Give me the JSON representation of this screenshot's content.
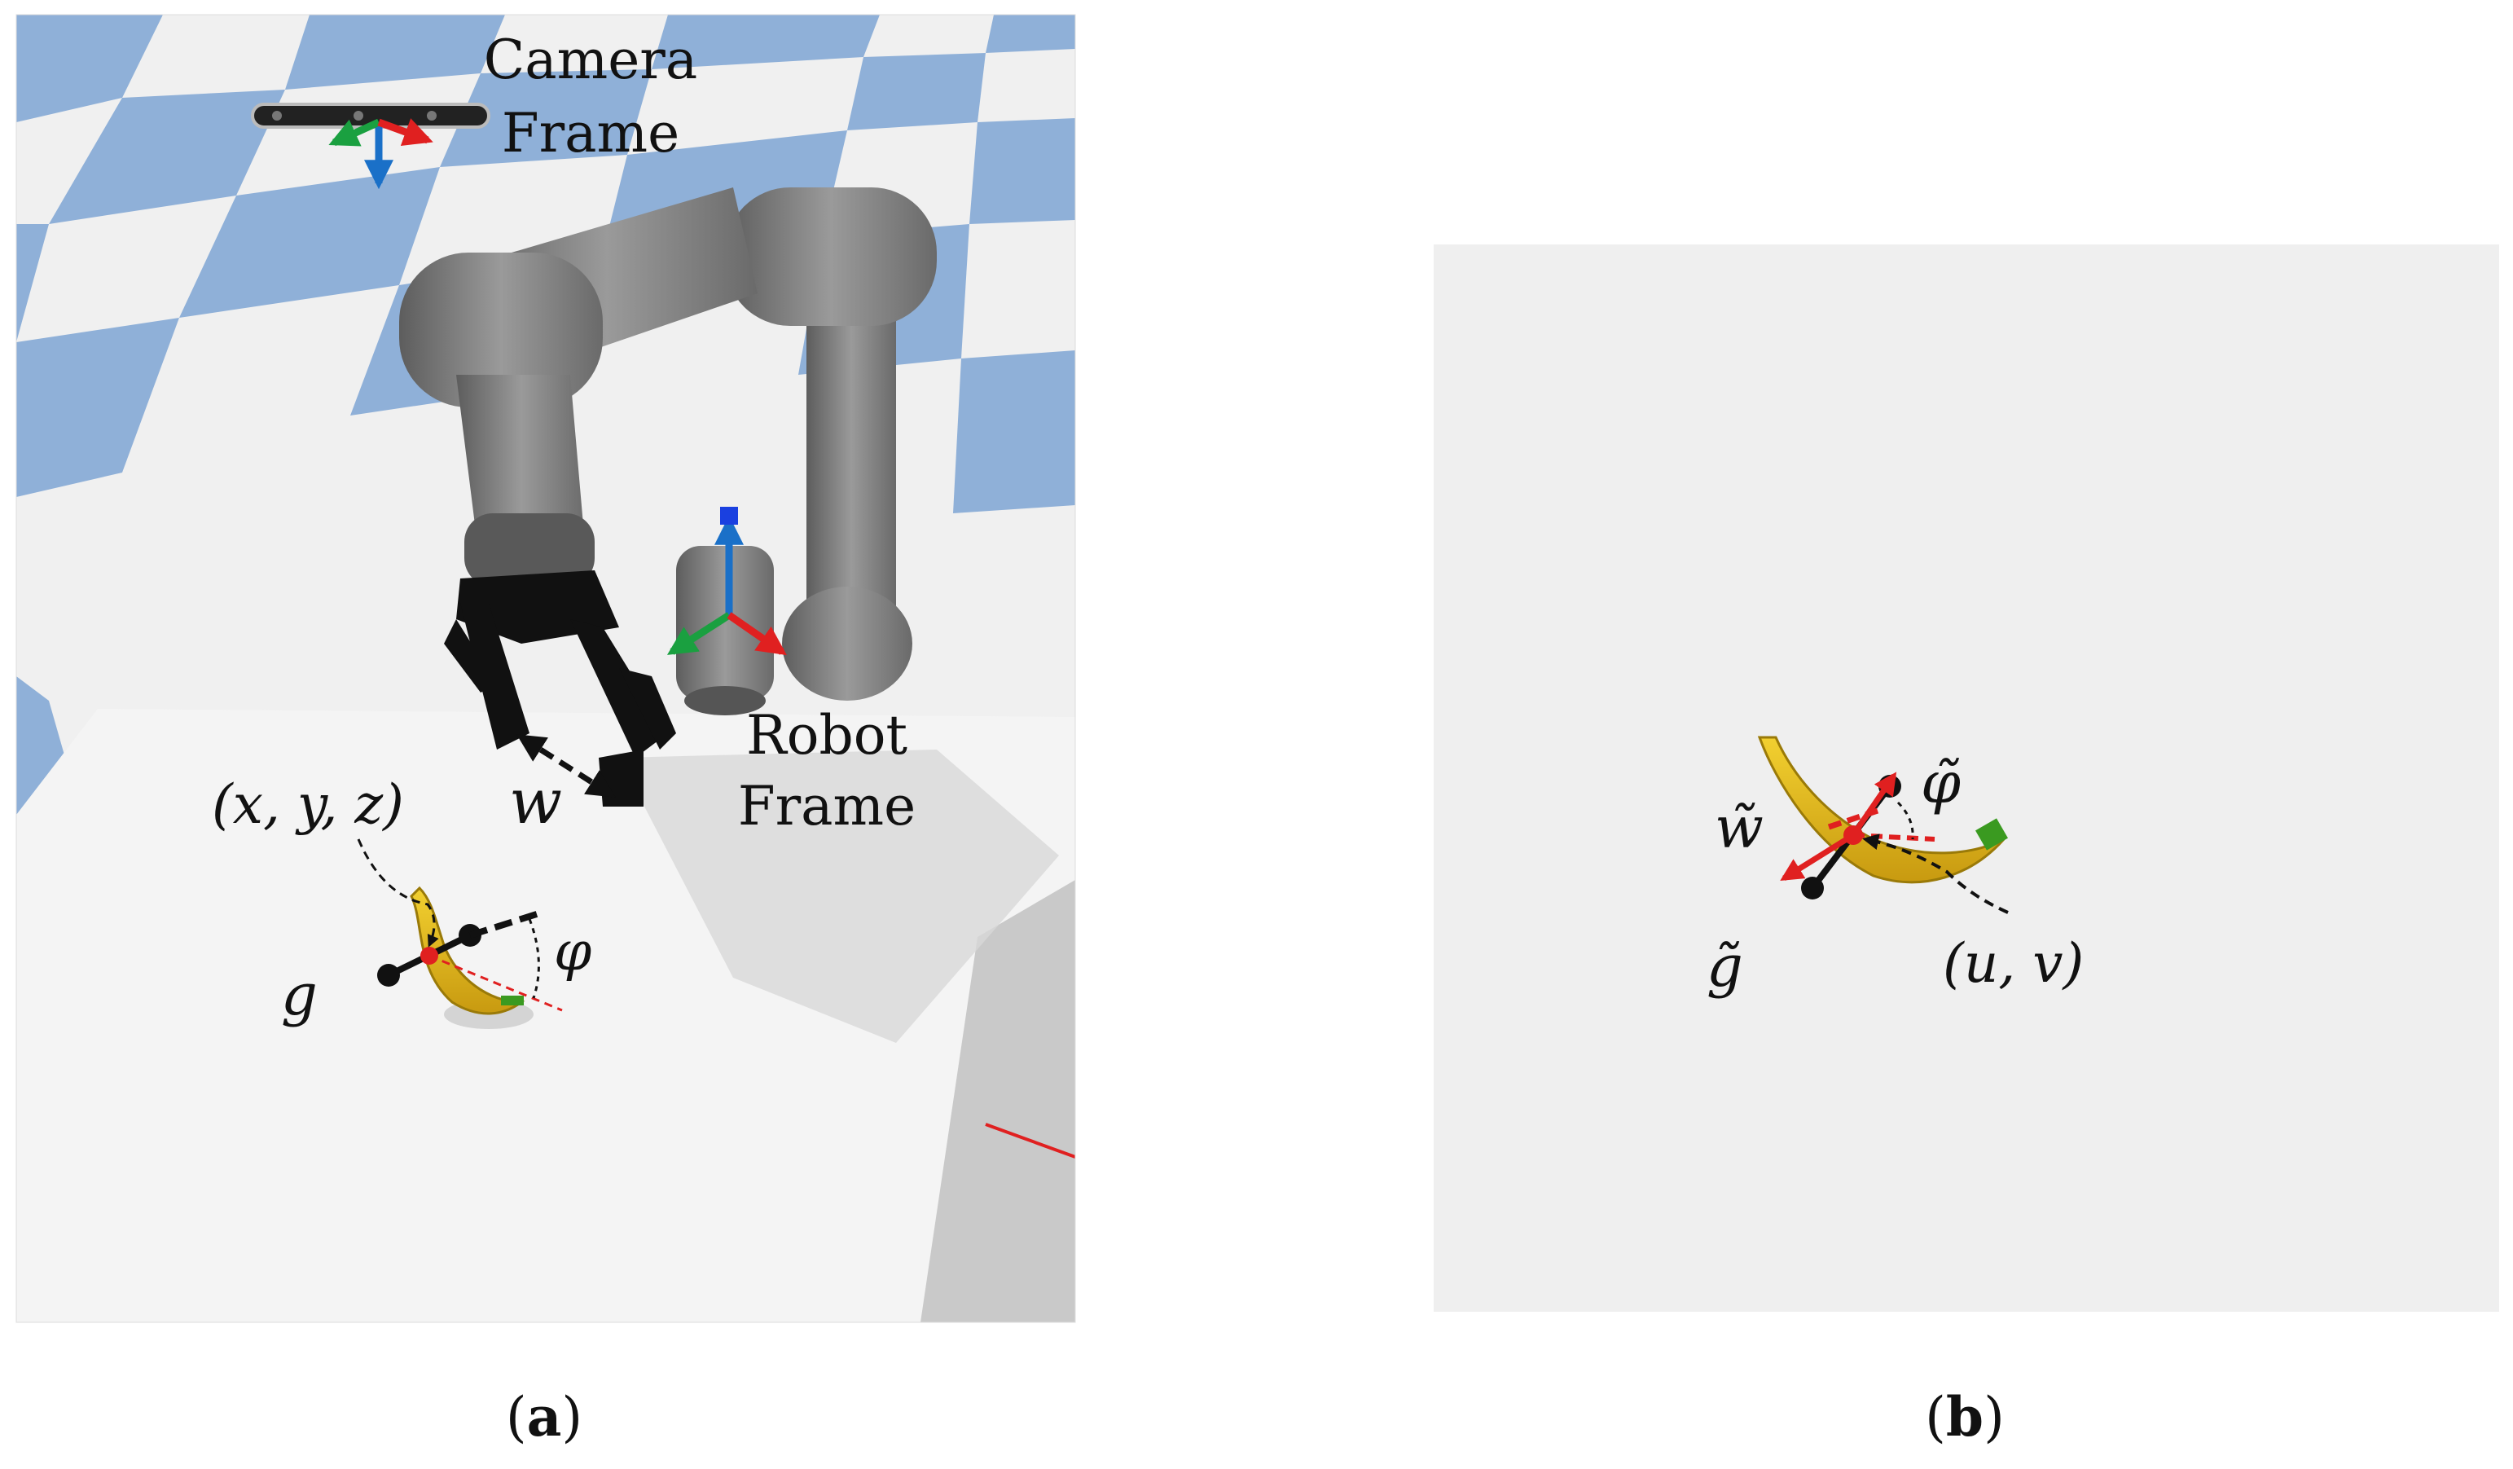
{
  "panel_a": {
    "camera_label_line1": "Camera",
    "camera_label_line2": "Frame",
    "robot_label_line1": "Robot",
    "robot_label_line2": "Frame",
    "width_symbol": "w",
    "position_label": "(x, y, z)",
    "angle_symbol": "φ",
    "grasp_symbol": "g",
    "caption_open": "(",
    "caption_letter": "a",
    "caption_close": ")"
  },
  "panel_b": {
    "width_symbol": "w̃",
    "angle_symbol": "φ̃",
    "grasp_symbol": "g̃",
    "position_label": "(u, v)",
    "caption_open": "(",
    "caption_letter": "b",
    "caption_close": ")"
  },
  "colors": {
    "floor_blue": "#8fb0d8",
    "floor_white": "#f2f2f2",
    "robot_gray": "#7a7a7a",
    "gripper_black": "#111111",
    "axis_red": "#e02020",
    "axis_green": "#1aa040",
    "axis_blue": "#1a70c8",
    "banana_yellow": "#e8c020",
    "image_bg": "#efefef"
  }
}
